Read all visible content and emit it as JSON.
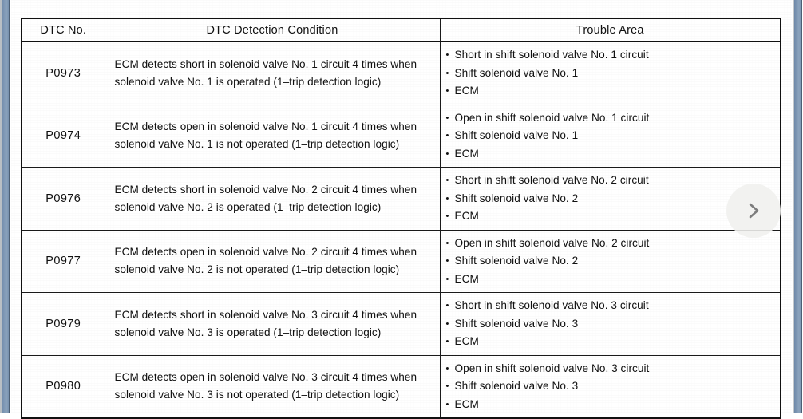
{
  "document": {
    "type": "scanned-service-manual-page",
    "table": {
      "headers": [
        "DTC No.",
        "DTC Detection Condition",
        "Trouble Area"
      ],
      "rows": [
        {
          "dtc_no": "P0973",
          "condition": "ECM detects short in solenoid valve No. 1 circuit 4 times when\nsolenoid valve No. 1 is operated (1–trip detection logic)",
          "trouble_area": [
            "Short in shift solenoid valve No. 1 circuit",
            "Shift solenoid valve No. 1",
            "ECM"
          ]
        },
        {
          "dtc_no": "P0974",
          "condition": "ECM detects open in solenoid valve No. 1 circuit 4 times when\nsolenoid valve No. 1 is not operated (1–trip detection logic)",
          "trouble_area": [
            "Open in shift solenoid valve No. 1 circuit",
            "Shift solenoid valve No. 1",
            "ECM"
          ]
        },
        {
          "dtc_no": "P0976",
          "condition": "ECM detects  short in solenoid valve No. 2 circuit 4 times when\nsolenoid valve No. 2 is operated (1–trip detection logic)",
          "trouble_area": [
            "Short in shift solenoid valve No. 2 circuit",
            "Shift solenoid valve No. 2",
            "ECM"
          ]
        },
        {
          "dtc_no": "P0977",
          "condition": "ECM detects open in solenoid valve No. 2 circuit 4 times when\nsolenoid valve No. 2 is not operated (1–trip detection logic)",
          "trouble_area": [
            "Open in shift solenoid valve No. 2 circuit",
            "Shift solenoid valve No. 2",
            "ECM"
          ]
        },
        {
          "dtc_no": "P0979",
          "condition": "ECM detects  short in solenoid valve No. 3 circuit 4 times when\nsolenoid valve No. 3 is operated (1–trip detection logic)",
          "trouble_area": [
            "Short in shift solenoid valve No. 3 circuit",
            "Shift solenoid valve No. 3",
            "ECM"
          ]
        },
        {
          "dtc_no": "P0980",
          "condition": "ECM detects open in solenoid valve No. 3 circuit 4 times when\nsolenoid valve No. 3 is not operated (1–trip detection logic)",
          "trouble_area": [
            "Open in shift solenoid valve No. 3 circuit",
            "Shift solenoid valve No. 3",
            "ECM"
          ]
        }
      ]
    }
  },
  "controls": {
    "next_page": {
      "icon": "chevron-right-icon",
      "glyph": "›"
    }
  },
  "colors": {
    "page_background": "#ffffff",
    "edge_band": "#7e97b4",
    "edge_band_dark": "#4c5f74",
    "text": "#111111",
    "rule": "#1a1a1a",
    "overlay_button_background": "#f0f0ee",
    "overlay_button_icon": "#7d7d7d"
  }
}
